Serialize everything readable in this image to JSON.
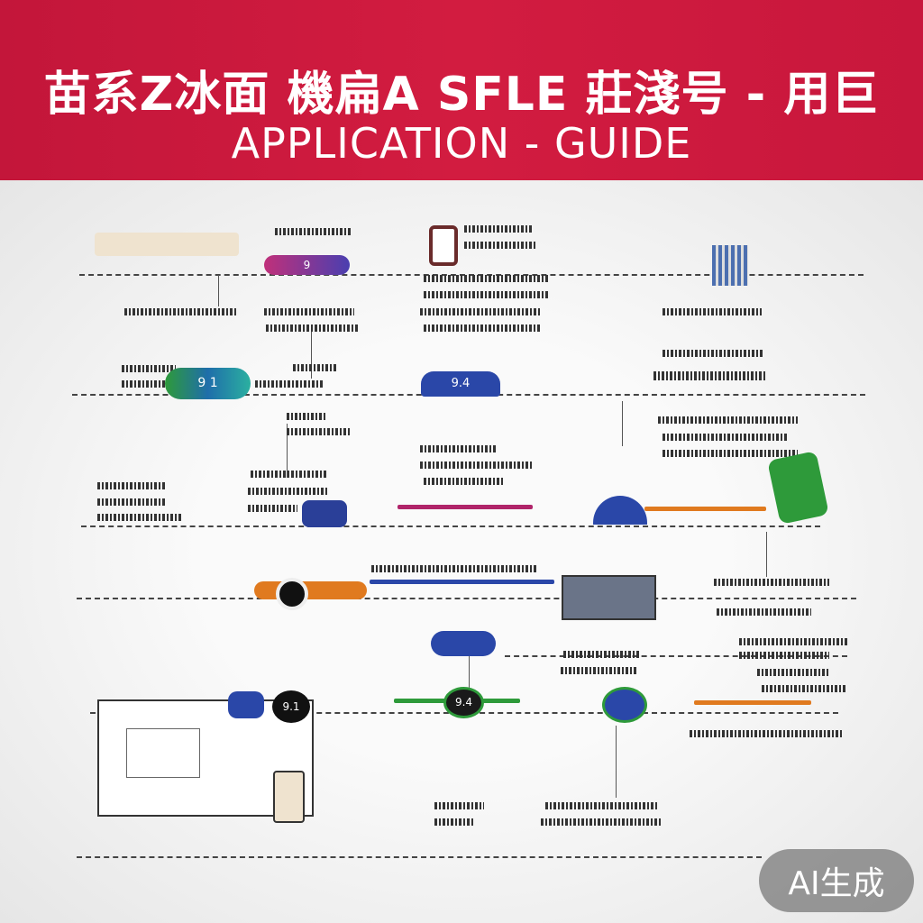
{
  "header": {
    "title_line1": "苗系Z冰面 機扁A SFLE 莊淺号 - 用巨",
    "title_line2": "APPLICATION - GUIDE"
  },
  "nodes": [
    {
      "label": "9"
    },
    {
      "label": "9 1"
    },
    {
      "label": "9.4"
    },
    {
      "label": "9.1"
    },
    {
      "label": "9.4"
    }
  ],
  "badge": {
    "label": "AI生成"
  },
  "colors": {
    "header": "#c8173c",
    "blue": "#2a47a8",
    "green": "#2e9a3a",
    "orange": "#e07a1f",
    "magenta": "#b0246a"
  }
}
